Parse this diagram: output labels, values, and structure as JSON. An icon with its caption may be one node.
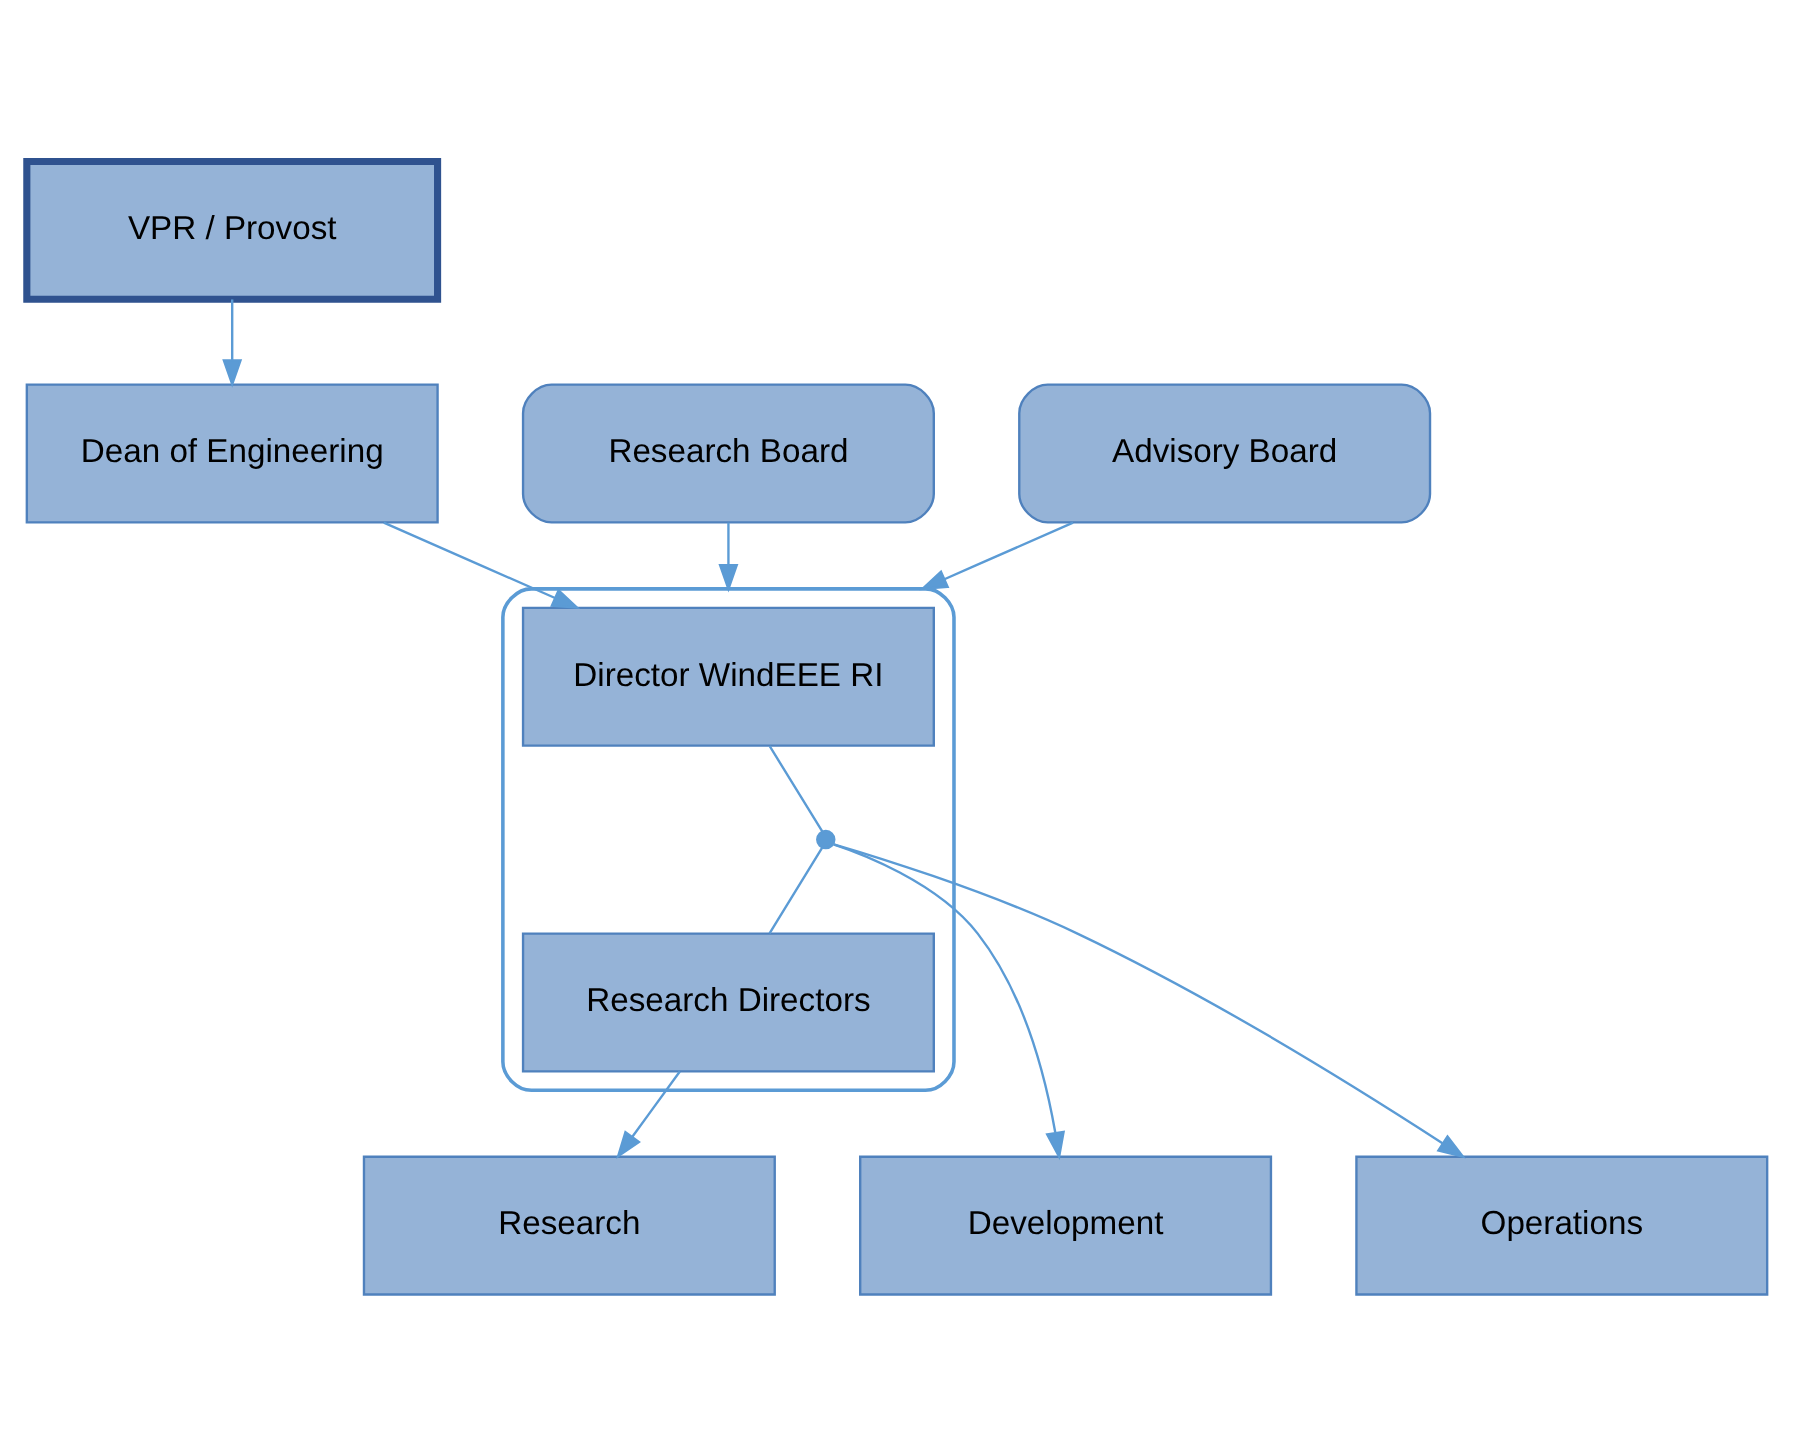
{
  "diagram": {
    "nodes": [
      {
        "text": [
          "VPR / Provost"
        ]
      },
      {
        "text": [
          "Dean of Engineering"
        ]
      },
      {
        "text": [
          "Research Board"
        ]
      },
      {
        "text": [],
        "shape": "bracket"
      },
      {
        "text": [
          "Director WindEEE RI"
        ],
        "in": 3
      },
      {
        "text": [
          "Advisory Board"
        ]
      },
      {
        "text": [],
        "shape": "circle",
        "in": 3
      },
      {
        "text": [
          "Research Directors"
        ],
        "in": 3
      },
      {
        "text": [
          "Development"
        ]
      },
      {
        "text": [
          "Research"
        ]
      },
      {
        "text": [
          "Operations"
        ]
      }
    ],
    "edges": [
      {
        "from": 0,
        "to": 1,
        "arrow": "to"
      },
      {
        "from": 1,
        "to": 4,
        "arrow": "to"
      },
      {
        "from": 2,
        "to": 3,
        "arrow": "to"
      },
      {
        "from": 5,
        "to": 3,
        "arrow": "to"
      },
      {
        "from": 4,
        "to": 6,
        "arrow": "none"
      },
      {
        "from": 6,
        "to": 7,
        "arrow": "none"
      },
      {
        "from": 6,
        "to": 8,
        "arrow": "to"
      },
      {
        "from": 6,
        "to": 10,
        "arrow": "to"
      },
      {
        "from": 7,
        "to": 9,
        "arrow": "to"
      }
    ]
  }
}
